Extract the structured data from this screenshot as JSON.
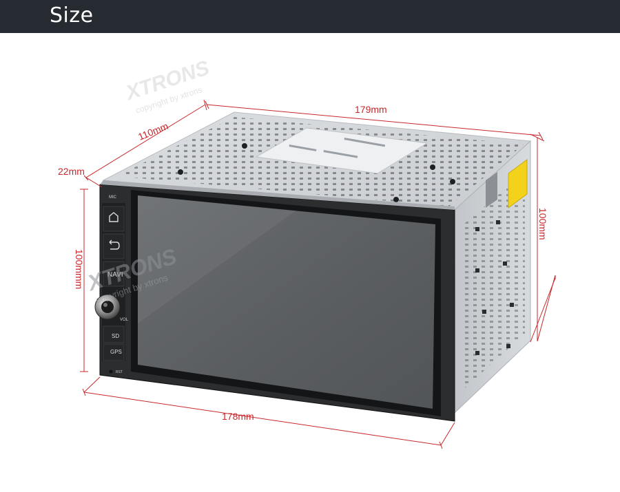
{
  "header": {
    "title": "Size"
  },
  "dimensions": {
    "width_top": "179mm",
    "depth": "110mm",
    "bezel_depth": "22mm",
    "height_right": "100mm",
    "height_left": "100mmm",
    "width_bottom": "178mm"
  },
  "watermark": {
    "brand": "XTRONS",
    "copyright_top": "copyright by xtrons",
    "copyright_front": "copyright by xtrons"
  },
  "device": {
    "buttons": {
      "mic": "MIC",
      "navi": "NAVI",
      "vol": "VOL",
      "sd": "SD",
      "gps": "GPS",
      "rst": "RST"
    }
  },
  "colors": {
    "header_bg": "#252b30",
    "dimension_line": "#c8262b",
    "screen": "#5f6265",
    "chassis": "#d2d5d8",
    "label_yellow": "#f2d21b"
  }
}
